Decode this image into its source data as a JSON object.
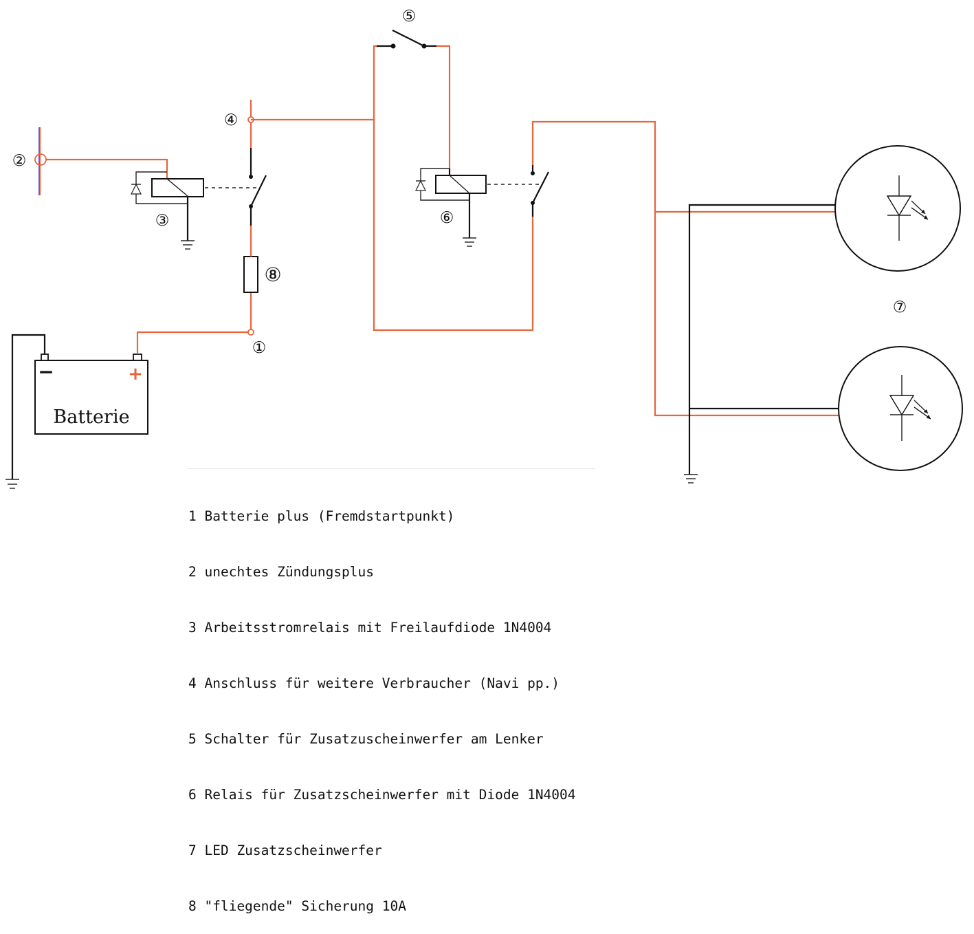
{
  "markers": [
    "①",
    "②",
    "③",
    "④",
    "⑤",
    "⑥",
    "⑦",
    "⑧"
  ],
  "battery": {
    "label": "Batterie",
    "minus": "−",
    "plus": "+"
  },
  "legend": [
    "1 Batterie plus (Fremdstartpunkt)",
    "2 unechtes Zündungsplus",
    "3 Arbeitsstromrelais mit Freilaufdiode 1N4004",
    "4 Anschluss für weitere Verbraucher (Navi pp.)",
    "5 Schalter für Zusatzuscheinwerfer am Lenker",
    "6 Relais für Zusatzscheinwerfer mit Diode 1N4004",
    "7 LED Zusatzscheinwerfer",
    "8 \"fliegende\" Sicherung 10A"
  ],
  "colors": {
    "wire_positive": "#e8643a",
    "wire_ground": "#111111",
    "plus_terminal": "#e8643a",
    "ignition_line": "#6a5acd"
  }
}
